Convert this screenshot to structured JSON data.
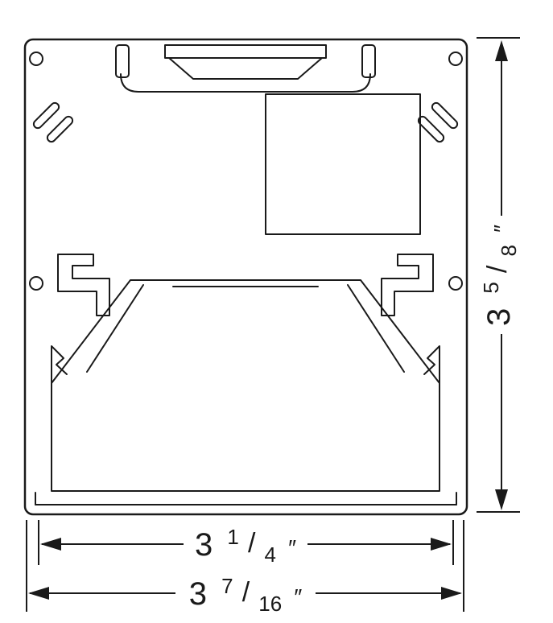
{
  "drawing": {
    "background": "#ffffff",
    "line_color": "#1a1a1a"
  },
  "dimensions": {
    "height": {
      "whole": "3",
      "numerator": "5",
      "slash": "/",
      "denominator": "8",
      "unit": "″"
    },
    "inner_width": {
      "whole": "3",
      "numerator": "1",
      "slash": "/",
      "denominator": "4",
      "unit": "″"
    },
    "overall_width": {
      "whole": "3",
      "numerator": "7",
      "slash": "/",
      "denominator": "16",
      "unit": "″"
    }
  }
}
